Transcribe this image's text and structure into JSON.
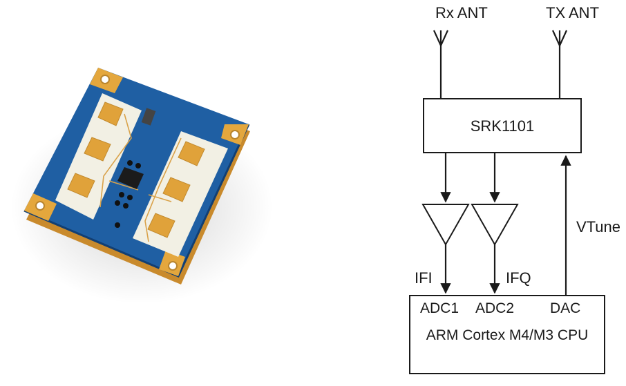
{
  "photo": {
    "description_name": "radar-module-photo",
    "board_color": "#1f5fa3",
    "pad_color": "#e4a73d",
    "silk_color": "#f2f0e4"
  },
  "diagram": {
    "rx_antenna_label": "Rx ANT",
    "tx_antenna_label": "TX ANT",
    "chip_label": "SRK1101",
    "vtune_label": "VTune",
    "ifi_label": "IFI",
    "ifq_label": "IFQ",
    "adc1_label": "ADC1",
    "adc2_label": "ADC2",
    "dac_label": "DAC",
    "cpu_label": "ARM Cortex M4/M3 CPU"
  }
}
